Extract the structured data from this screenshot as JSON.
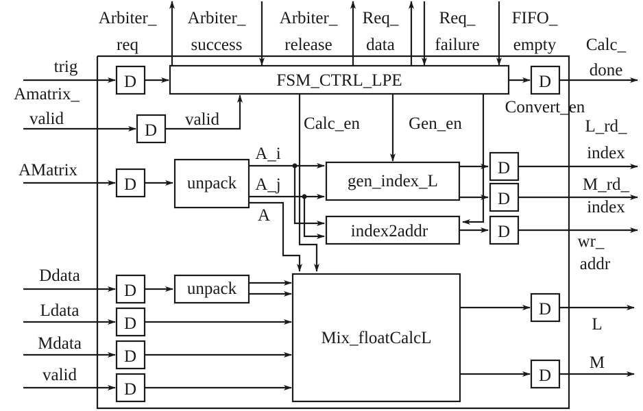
{
  "diagram": {
    "colors": {
      "line": "#1a1a1a",
      "background": "#ffffff"
    },
    "blocks": {
      "fsm": "FSM_CTRL_LPE",
      "unpack_a": "unpack",
      "unpack_d": "unpack",
      "gen_index": "gen_index_L",
      "index2addr": "index2addr",
      "calc": "Mix_floatCalcL",
      "dff": "D"
    },
    "top_signals": [
      {
        "id": "arbiter_req",
        "lines": [
          "Arbiter_",
          "req"
        ],
        "direction": "out"
      },
      {
        "id": "arbiter_success",
        "lines": [
          "Arbiter_",
          "success"
        ],
        "direction": "in"
      },
      {
        "id": "arbiter_release",
        "lines": [
          "Arbiter_",
          "release"
        ],
        "direction": "out"
      },
      {
        "id": "req_data",
        "lines": [
          "Req_",
          "data"
        ],
        "direction": "out"
      },
      {
        "id": "req_failure",
        "lines": [
          "Req_",
          "failure"
        ],
        "direction": "in"
      },
      {
        "id": "fifo_empty",
        "lines": [
          "FIFO_",
          "empty"
        ],
        "direction": "in"
      }
    ],
    "left_inputs": {
      "trig": [
        "trig"
      ],
      "amatrix_valid": [
        "Amatrix_",
        "valid"
      ],
      "amatrix": [
        "AMatrix"
      ],
      "ddata": [
        "Ddata"
      ],
      "ldata": [
        "Ldata"
      ],
      "mdata": [
        "Mdata"
      ],
      "valid": [
        "valid"
      ]
    },
    "right_outputs": {
      "calc_done": [
        "Calc_",
        "done"
      ],
      "l_rd_index": [
        "L_rd_",
        "index"
      ],
      "m_rd_index": [
        "M_rd_",
        "index"
      ],
      "wr_addr": [
        "wr_",
        "addr"
      ],
      "l": [
        "L"
      ],
      "m": [
        "M"
      ]
    },
    "internal_signals": {
      "valid": "valid",
      "calc_en": "Calc_en",
      "gen_en": "Gen_en",
      "convert_en": "Convert_en",
      "a_i": "A_i",
      "a_j": "A_j",
      "a": "A"
    }
  }
}
